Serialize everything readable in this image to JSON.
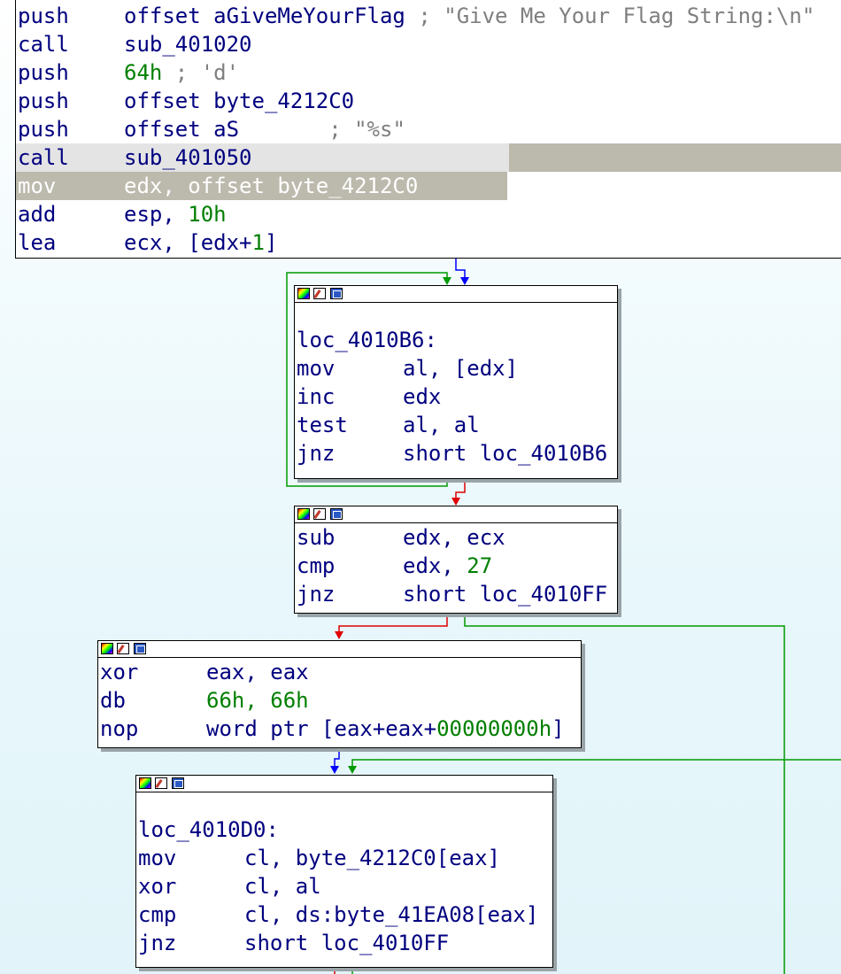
{
  "top_block": {
    "lines": [
      {
        "mnem": "push",
        "ops": "offset aGiveMeYourFlag",
        "comment": " ; \"Give Me Your Flag String:\\n\""
      },
      {
        "mnem": "call",
        "ops": "sub_401020"
      },
      {
        "mnem": "push",
        "ops_num": "64h",
        "comment": " ; 'd'"
      },
      {
        "mnem": "push",
        "ops": "offset byte_4212C0"
      },
      {
        "mnem": "push",
        "ops": "offset aS",
        "comment": "       ; \"%s\""
      },
      {
        "mnem": "call",
        "ops": "sub_401050"
      },
      {
        "mnem": "mov",
        "ops": "edx, offset byte_4212C0"
      },
      {
        "mnem": "add",
        "ops": "esp, ",
        "ops_num": "10h"
      },
      {
        "mnem": "lea",
        "ops": "ecx, [edx+",
        "ops_num": "1",
        "ops_tail": "]"
      }
    ]
  },
  "block_loop1": {
    "label": "loc_4010B6:",
    "lines": [
      {
        "mnem": "mov",
        "ops": "al, [edx]"
      },
      {
        "mnem": "inc",
        "ops": "edx"
      },
      {
        "mnem": "test",
        "ops": "al, al"
      },
      {
        "mnem": "jnz",
        "ops": "short loc_4010B6"
      }
    ]
  },
  "block_len": {
    "lines": [
      {
        "mnem": "sub",
        "ops": "edx, ecx"
      },
      {
        "mnem": "cmp",
        "ops": "edx, ",
        "ops_num": "27"
      },
      {
        "mnem": "jnz",
        "ops": "short loc_4010FF"
      }
    ]
  },
  "block_xor": {
    "lines": [
      {
        "mnem": "xor",
        "ops": "eax, eax"
      },
      {
        "mnem": "db",
        "ops_num": "66h, 66h"
      },
      {
        "mnem": "nop",
        "ops": "word ptr [eax+eax+",
        "ops_num": "00000000h",
        "ops_tail": "]"
      }
    ]
  },
  "block_loop2": {
    "label": "loc_4010D0:",
    "lines": [
      {
        "mnem": "mov",
        "ops": "cl, byte_4212C0[eax]"
      },
      {
        "mnem": "xor",
        "ops": "cl, al"
      },
      {
        "mnem": "cmp",
        "ops": "cl, ds:byte_41EA08[eax]"
      },
      {
        "mnem": "jnz",
        "ops": "short loc_4010FF"
      }
    ]
  },
  "colors": {
    "edge_true": "#009a00",
    "edge_false": "#e00000",
    "edge_uncond": "#0000ff",
    "text_blue": "#00007f",
    "number_green": "#007f00",
    "comment_gray": "#7f7f7f"
  }
}
